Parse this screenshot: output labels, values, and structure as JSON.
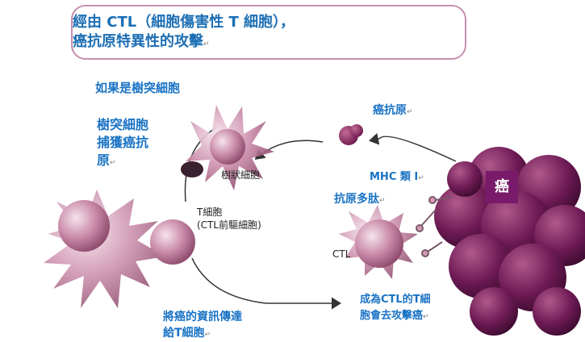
{
  "title": {
    "line1": "經由 CTL（細胞傷害性 T 細胞），",
    "line2": "癌抗原特異性的攻擊"
  },
  "labels": {
    "if_dendritic": "如果是樹突細胞",
    "dendritic_captures_1": "樹突細胞",
    "dendritic_captures_2": "捕獲癌抗",
    "dendritic_captures_3": "原",
    "dendritic_cell": "樹狀細胞",
    "t_cell_1": "T細胞",
    "t_cell_2": "(CTL前驅細胞)",
    "cancer_antigen": "癌抗原",
    "mhc": "MHC 類 I",
    "antigen_peptide": "抗原多肽",
    "cancer": "癌",
    "ctl": "CTL",
    "become_ctl_1": "成為CTL的T細",
    "become_ctl_2": "胞會去攻擊癌",
    "transmit_1": "將癌的資訊傳達",
    "transmit_2": "給T細胞"
  },
  "colors": {
    "title_text": "#1d6fb4",
    "label_blue": "#1a73c4",
    "box_border": "#c58fb0",
    "cell_pink": "#c98aa8",
    "cancer_purple": "#6e1a55",
    "cancer_tag": "#7a1a6a"
  }
}
